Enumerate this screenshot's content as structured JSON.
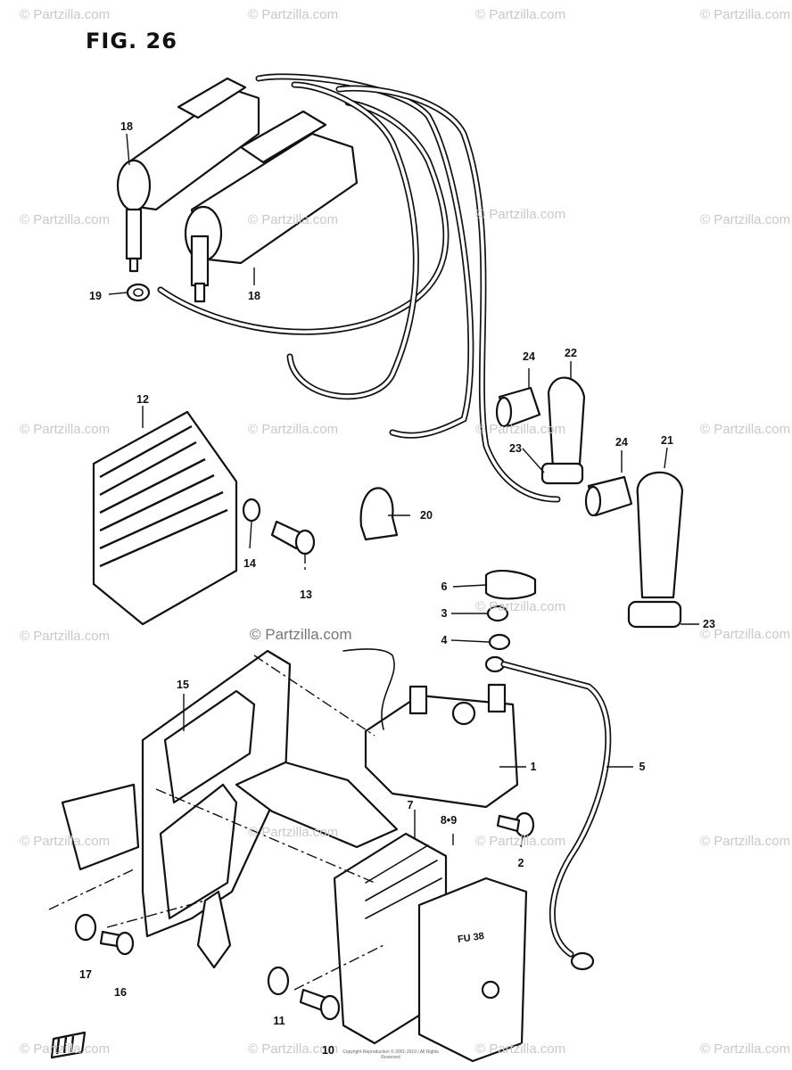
{
  "figure": {
    "title": "FIG. 26"
  },
  "watermark": {
    "text": "© Partzilla.com"
  },
  "copyright": {
    "text": "Copyright Reproduction © 2001-2019 | All Rights Reserved"
  },
  "callouts": {
    "c1": "1",
    "c2": "2",
    "c3": "3",
    "c4": "4",
    "c5": "5",
    "c6": "6",
    "c7": "7",
    "c89": "8•9",
    "c10": "10",
    "c11": "11",
    "c12": "12",
    "c13": "13",
    "c14": "14",
    "c15": "15",
    "c16": "16",
    "c17": "17",
    "c18a": "18",
    "c18b": "18",
    "c19": "19",
    "c20": "20",
    "c21": "21",
    "c22": "22",
    "c23a": "23",
    "c23b": "23",
    "c24a": "24",
    "c24b": "24"
  },
  "fuse_box_label": "FU 38"
}
